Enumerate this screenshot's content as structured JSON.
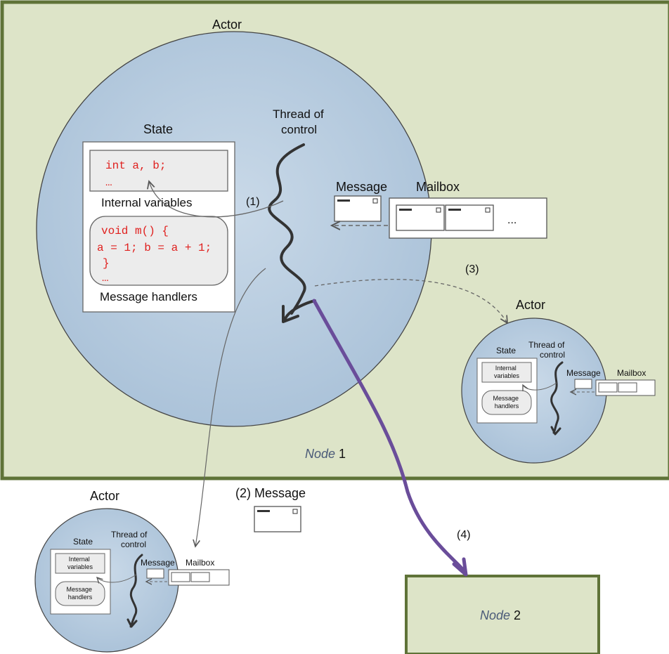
{
  "node1": {
    "name": "Node",
    "number": "1"
  },
  "node2": {
    "name": "Node",
    "number": "2"
  },
  "main_actor": {
    "title": "Actor",
    "state_label": "State",
    "thread_label": [
      "Thread of",
      "control"
    ],
    "code_vars": [
      "int a, b;",
      "…"
    ],
    "internal_variables_label": "Internal variables",
    "code_handler": [
      "void m() {",
      "a = 1; b = a + 1;",
      "}",
      "…"
    ],
    "message_handlers_label": "Message handlers",
    "message_label": "Message",
    "mailbox_label": "Mailbox",
    "mailbox_more": "..."
  },
  "small_actor": {
    "title": "Actor",
    "state_label": "State",
    "thread_label": [
      "Thread of",
      "control"
    ],
    "internal_variables_label": [
      "Internal",
      "variables"
    ],
    "message_handlers_label": [
      "Message",
      "handlers"
    ],
    "message_label": "Message",
    "mailbox_label": "Mailbox"
  },
  "steps": {
    "step1": "(1)",
    "step2": "(2) Message",
    "step3": "(3)",
    "step4": "(4)"
  },
  "colors": {
    "node_fill": "#dde4c8",
    "node_border": "#5f7338",
    "actor_fill": "#b7cde0",
    "thread_color": "#333333",
    "migration_arrow": "#6a4d9a"
  }
}
